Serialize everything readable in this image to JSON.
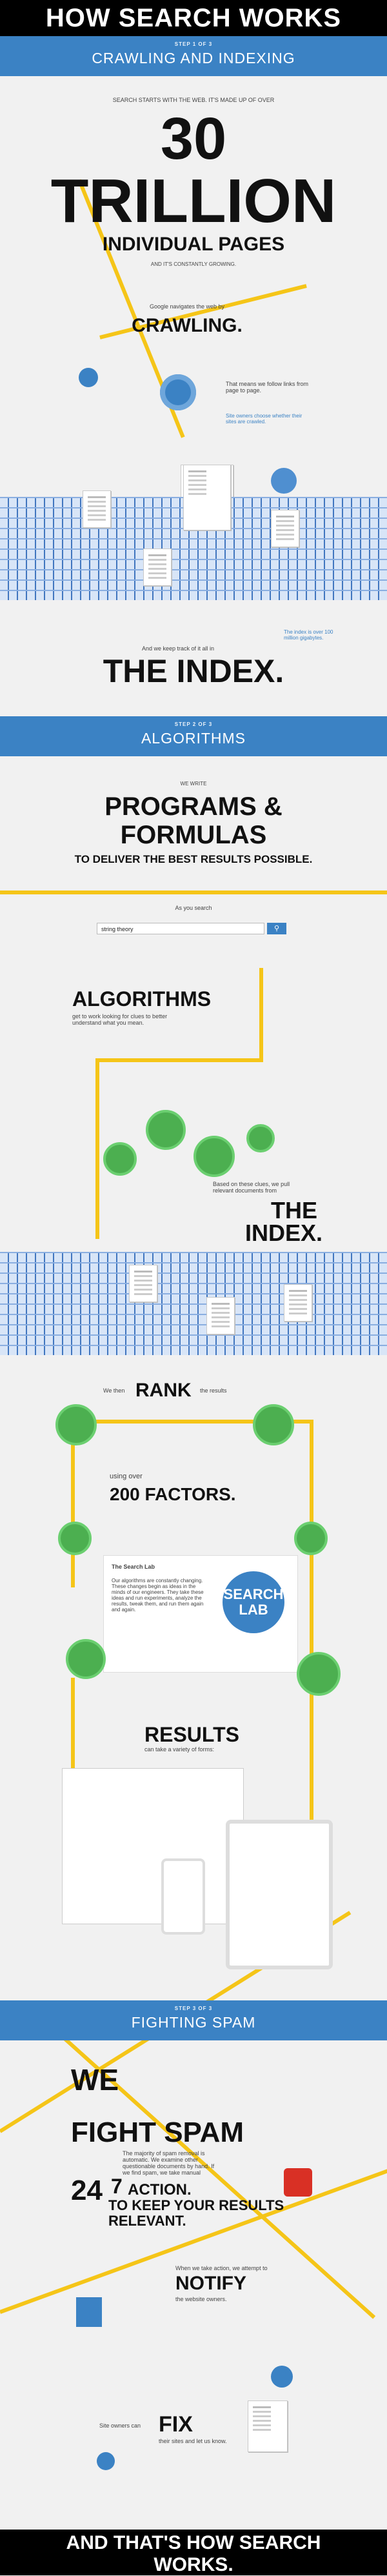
{
  "header": {
    "title": "HOW SEARCH WORKS"
  },
  "crawling": {
    "step": "STEP 1 OF 3",
    "section": "CRAWLING AND INDEXING",
    "intro": "SEARCH STARTS WITH THE WEB. IT'S MADE UP OF OVER",
    "number": "30",
    "trillion": "TRILLION",
    "pages": "INDIVIDUAL PAGES",
    "growing": "AND IT'S CONSTANTLY GROWING.",
    "navigates": "Google navigates the web by",
    "crawling_word": "CRAWLING.",
    "follow": "That means we follow links from page to page.",
    "site_owners_note": "Site owners choose whether their sites are crawled.",
    "keep_track": "And we keep track of it all in",
    "index_word": "THE INDEX.",
    "index_note": "The index is over 100 million gigabytes."
  },
  "algorithms": {
    "step": "STEP 2 OF 3",
    "section": "ALGORITHMS",
    "we_write": "WE WRITE",
    "programs": "PROGRAMS  &",
    "formulas": "FORMULAS",
    "deliver": "TO DELIVER THE BEST RESULTS POSSIBLE.",
    "as_you_search": "As you search",
    "query": "string theory",
    "algorithms_word": "ALGORITHMS",
    "algo_desc": "get to work looking for clues to better understand what you mean.",
    "based_on": "Based on these clues, we pull relevant documents from",
    "the_word": "THE",
    "index_word": "INDEX.",
    "we_then": "We then",
    "rank_word": "RANK",
    "the_results": "the results",
    "using_over": "using over",
    "factors": "200 FACTORS.",
    "lab_title": "The Search Lab",
    "lab_desc": "Our algorithms are constantly changing. These changes begin as ideas in the minds of our engineers. They take these ideas and run experiments, analyze the results, tweak them, and run them again and again.",
    "lab_badge_line1": "SEARCH",
    "lab_badge_line2": "LAB",
    "results_word": "RESULTS",
    "results_desc": "can take a variety of forms:"
  },
  "spam": {
    "step": "STEP 3 OF 3",
    "section": "FIGHTING SPAM",
    "we": "WE",
    "fight_spam": "FIGHT SPAM",
    "num": "24",
    "seven": "7",
    "desc": "The majority of spam removal is automatic. We examine other questionable documents by hand. If we find spam, we take manual",
    "action": "ACTION.",
    "keep": "TO KEEP YOUR RESULTS RELEVANT.",
    "notify_intro": "When we take action, we attempt to",
    "notify": "NOTIFY",
    "notify_desc": "the website owners.",
    "owners_can": "Site owners can",
    "fix": "FIX",
    "fix_desc": "their sites and let us know."
  },
  "footer": {
    "line1": "AND THAT'S HOW SEARCH",
    "line2": "WORKS."
  },
  "colors": {
    "accent": "#3b82c4",
    "yellow": "#f5c518",
    "green": "#4caf50",
    "red": "#d93025"
  }
}
